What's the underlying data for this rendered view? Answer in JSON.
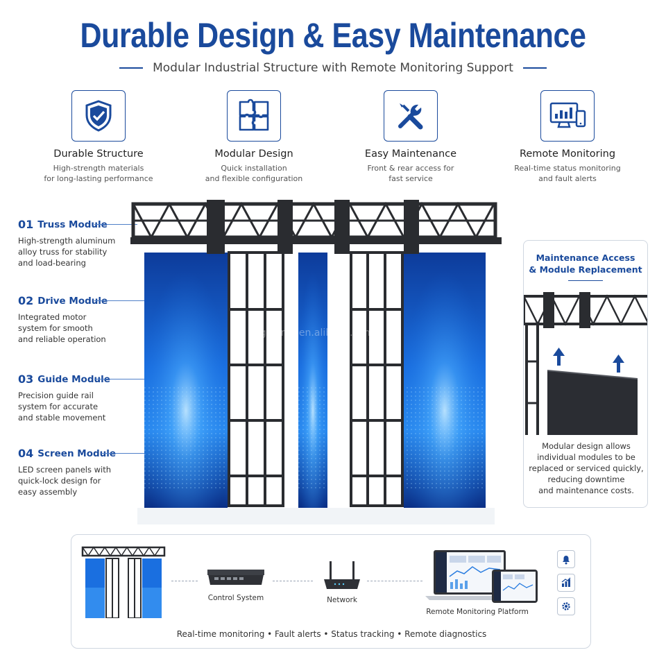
{
  "header": {
    "title": "Durable Design & Easy Maintenance",
    "subtitle": "Modular Industrial Structure with Remote Monitoring Support"
  },
  "features": [
    {
      "icon": "shield-check-icon",
      "title": "Durable Structure",
      "line1": "High-strength materials",
      "line2": "for long-lasting performance"
    },
    {
      "icon": "puzzle-icon",
      "title": "Modular Design",
      "line1": "Quick installation",
      "line2": "and flexible configuration"
    },
    {
      "icon": "tools-icon",
      "title": "Easy Maintenance",
      "line1": "Front & rear access for",
      "line2": "fast service"
    },
    {
      "icon": "monitor-icon",
      "title": "Remote Monitoring",
      "line1": "Real-time status monitoring",
      "line2": "and fault alerts"
    }
  ],
  "modules": [
    {
      "num": "01",
      "name": "Truss Module",
      "l1": "High-strength aluminum",
      "l2": "alloy truss for stability",
      "l3": "and load-bearing"
    },
    {
      "num": "02",
      "name": "Drive Module",
      "l1": "Integrated motor",
      "l2": "system for smooth",
      "l3": "and reliable operation"
    },
    {
      "num": "03",
      "name": "Guide Module",
      "l1": "Precision guide rail",
      "l2": "system for accurate",
      "l3": "and stable movement"
    },
    {
      "num": "04",
      "name": "Screen Module",
      "l1": "LED screen panels with",
      "l2": "quick-lock design for",
      "l3": "easy assembly"
    }
  ],
  "watermark": "sgaiemk.en.alibaba.com",
  "maintenance": {
    "title_line1": "Maintenance Access",
    "title_line2": "& Module Replacement",
    "l1": "Modular design allows",
    "l2": "individual modules to be",
    "l3": "replaced or serviced quickly,",
    "l4": "reducing downtime",
    "l5": "and maintenance costs."
  },
  "system": {
    "control": "Control System",
    "network": "Network",
    "platform": "Remote Monitoring Platform",
    "side_icons": [
      "bell-icon",
      "chart-icon",
      "gear-icon"
    ],
    "caption": "Real-time monitoring  •  Fault alerts  •  Status tracking  •  Remote diagnostics"
  },
  "colors": {
    "brand": "#1a4a9c",
    "screen": "#1565d8",
    "truss": "#2a2c30"
  }
}
